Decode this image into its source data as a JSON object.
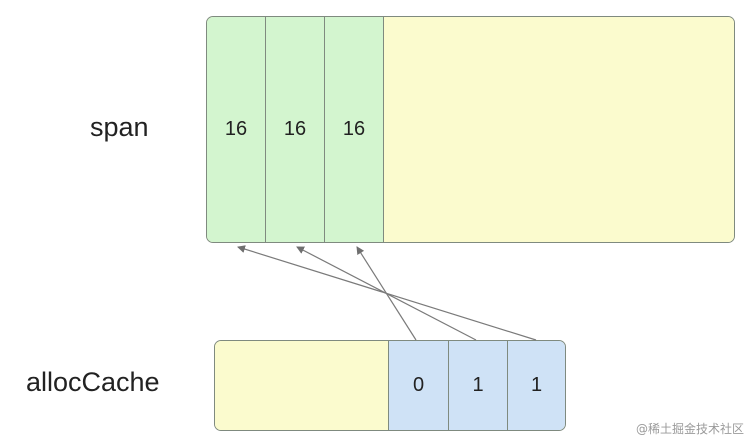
{
  "labels": {
    "span": "span",
    "alloc_cache": "allocCache"
  },
  "span": {
    "cells": [
      "16",
      "16",
      "16"
    ]
  },
  "alloc_cache": {
    "bits": [
      "0",
      "1",
      "1"
    ]
  },
  "colors": {
    "used": "#d3f5cf",
    "free": "#fbfbce",
    "bits": "#cfe2f6",
    "border": "#7f8a7f",
    "arrow": "#7a7a7a"
  },
  "watermark": "@稀土掘金技术社区"
}
